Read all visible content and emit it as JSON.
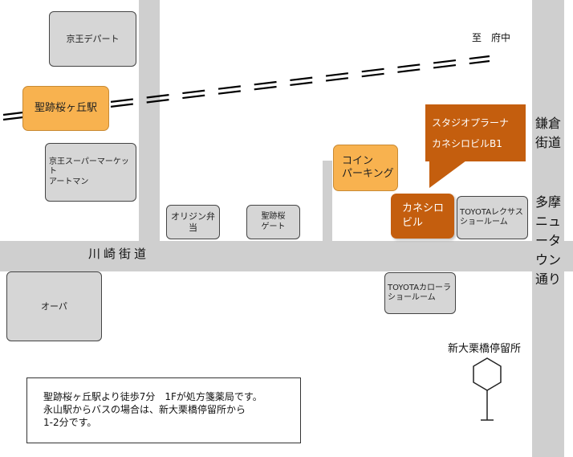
{
  "roads": {
    "kawasaki": "川崎街道",
    "kamakura": "鎌倉街道",
    "tama_newtown": "多摩ニュータウン通り"
  },
  "direction": "至　府中",
  "buildings": {
    "keio_dept": "京王デパート",
    "station": "聖跡桜ヶ丘駅",
    "keio_super_1": "京王スーパーマーケット",
    "keio_super_2": "アートマン",
    "origin": "オリジン弁当",
    "seiseki_gate_1": "聖跡桜",
    "seiseki_gate_2": "ゲート",
    "coin_parking_1": "コイン",
    "coin_parking_2": "パーキング",
    "kaneshiro_1": "カネシロ",
    "kaneshiro_2": "ビル",
    "lexus_1": "TOYOTAレクサス",
    "lexus_2": "ショールーム",
    "corolla_1": "TOYOTAカローラ",
    "corolla_2": "ショールーム",
    "opa": "オーパ"
  },
  "callout": {
    "line1": "スタジオプラーナ",
    "line2": "カネシロビルB1"
  },
  "bus_stop": "新大栗橋停留所",
  "note": {
    "line1": "聖跡桜ヶ丘駅より徒歩7分　1Fが処方箋薬局です。",
    "line2": "永山駅からバスの場合は、新大栗橋停留所から",
    "line3": "1-2分です。"
  },
  "colors": {
    "road": "#cfcfcf",
    "building": "#d6d6d6",
    "highlight_orange": "#f8b24f",
    "target_brown": "#c45e0e"
  }
}
